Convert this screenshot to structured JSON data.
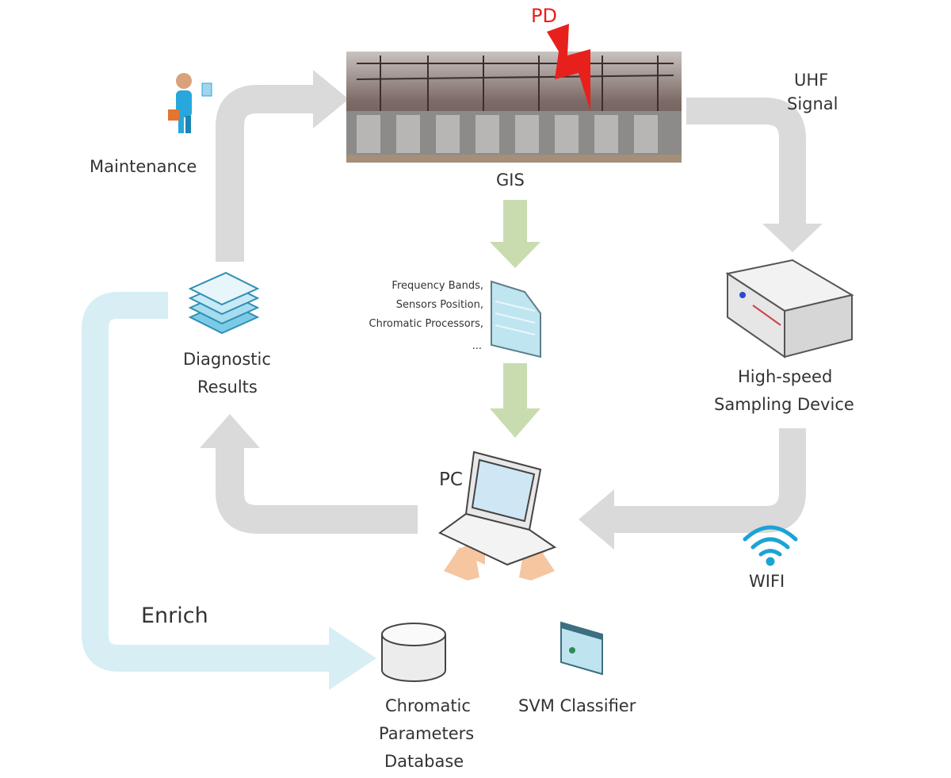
{
  "labels": {
    "pd": "PD",
    "gis": "GIS",
    "uhf_signal_line1": "UHF",
    "uhf_signal_line2": "Signal",
    "maintenance": "Maintenance",
    "device_line1": "High-speed",
    "device_line2": "Sampling Device",
    "diagnostic_line1": "Diagnostic",
    "diagnostic_line2": "Results",
    "pc": "PC",
    "wifi": "WIFI",
    "enrich": "Enrich",
    "database_line1": "Chromatic",
    "database_line2": "Parameters",
    "database_line3": "Database",
    "svm": "SVM Classifier",
    "params": [
      "Frequency Bands,",
      "Sensors Position,",
      "Chromatic Processors,",
      "..."
    ]
  },
  "colors": {
    "gray_arrow": "#d9d9d9",
    "green_arrow": "#c9dcb0",
    "blue_arrow": "#d7eef5",
    "orange_arrow": "#f6c6a1",
    "pd_red": "#e8201c",
    "wifi_blue": "#1ba3d6"
  },
  "icons": [
    "gis-photo",
    "lightning-icon",
    "person-icon",
    "device-icon",
    "laptop-icon",
    "wifi-icon",
    "layers-icon",
    "document-icon",
    "database-icon",
    "classifier-window-icon"
  ]
}
